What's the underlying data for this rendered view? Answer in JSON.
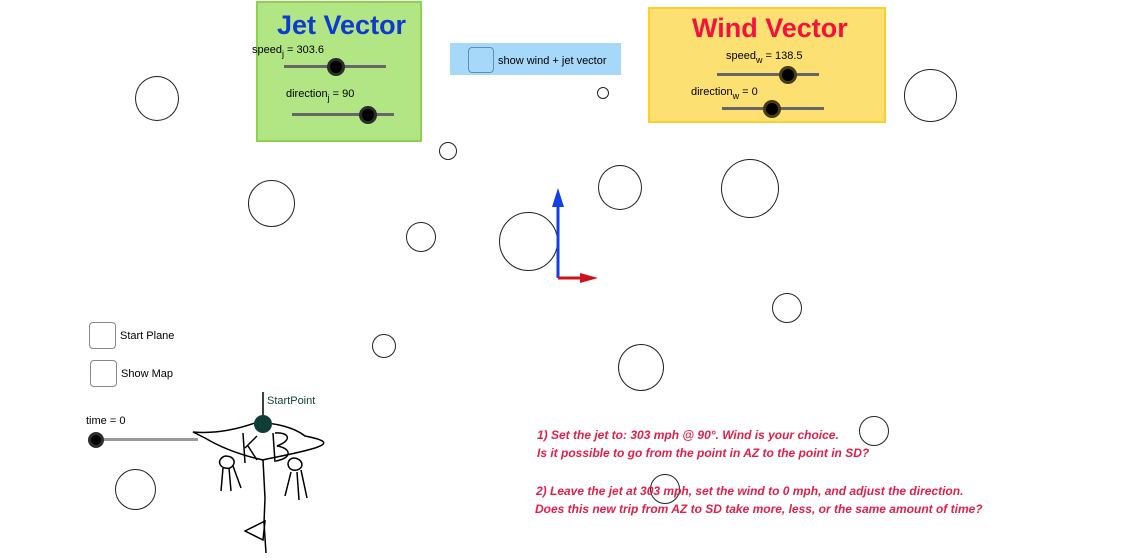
{
  "jet_panel": {
    "title": "Jet Vector",
    "title_color": "#0d3bd1",
    "bg_color": "#b2e685",
    "speed_label": "speed",
    "speed_sub": "j",
    "speed_value": " = 303.6",
    "direction_label": "direction",
    "direction_sub": "j",
    "direction_value": " = 90"
  },
  "wind_panel": {
    "title": "Wind Vector",
    "title_color": "#f5103d",
    "bg_color": "#fde072",
    "speed_label": "speed",
    "speed_sub": "w",
    "speed_value": " = 138.5",
    "direction_label": "direction",
    "direction_sub": "w",
    "direction_value": " = 0"
  },
  "show_vector_checkbox": {
    "label": "show wind + jet vector",
    "checked": false,
    "bg_color": "#a6d8fa"
  },
  "controls": {
    "start_plane_label": "Start Plane",
    "show_map_label": "Show Map",
    "time_label": "time = 0"
  },
  "canvas": {
    "start_point_label": "StartPoint",
    "drawing_initials": "KB",
    "jet_vector_color": "#1240e8",
    "wind_vector_color": "#d0101a"
  },
  "instructions": {
    "q1_line1": "1) Set the jet to:  303 mph @ 90°.  Wind is your choice.",
    "q1_line2": "Is it possible to go from the point in AZ to the point in SD?",
    "q2_line1": "2) Leave the jet at 303 mph, set the wind to 0 mph, and adjust the direction.",
    "q2_line2": "Does this new trip from AZ to SD take more, less, or the same amount of time?",
    "color": "#e0204a"
  }
}
